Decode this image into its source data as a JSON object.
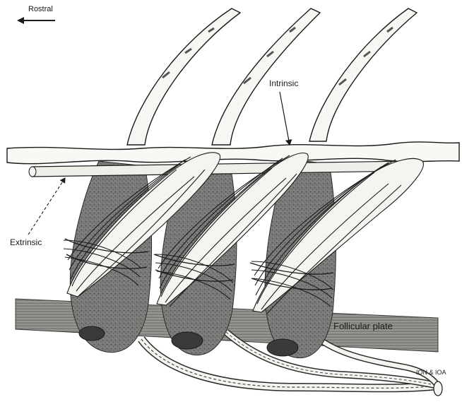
{
  "labels": {
    "rostral": "Rostral",
    "intrinsic": "Intrinsic",
    "extrinsic": "Extrinsic",
    "follicular_plate": "Follicular plate",
    "ion_ioa": "ION & IOA"
  },
  "colors": {
    "ink": "#1a1a1a",
    "paper": "#ffffff",
    "tissue": "#f4f4f0",
    "follicle": "#6a6a68",
    "plate": "#8a8a86"
  }
}
